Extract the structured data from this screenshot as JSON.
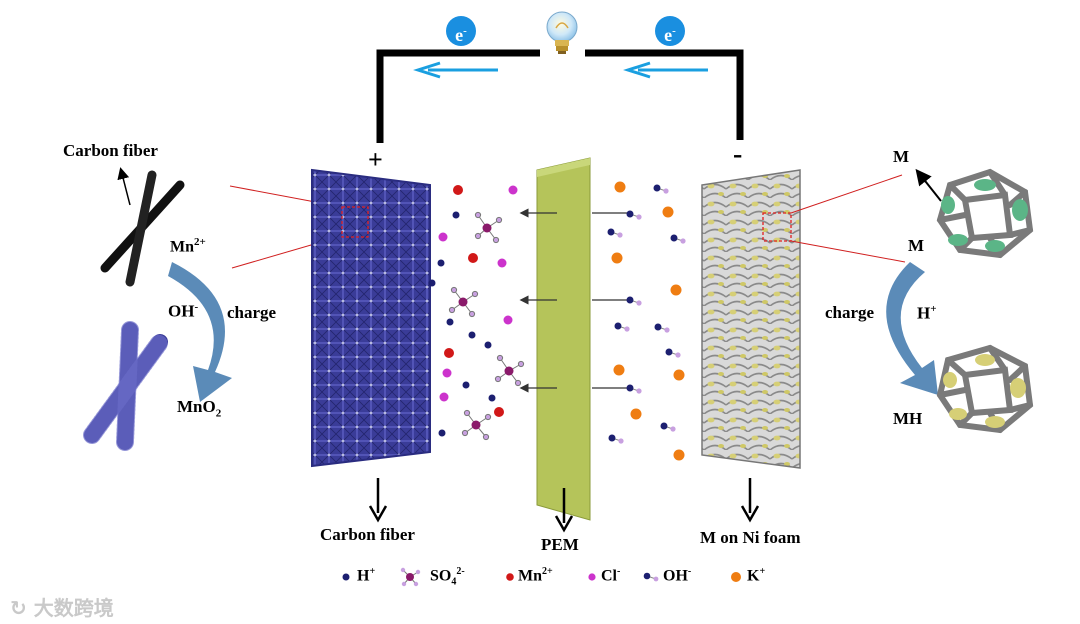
{
  "circuit": {
    "electron_label": "e",
    "electron_charge": "-",
    "positive_terminal": "+",
    "negative_terminal": "-"
  },
  "left": {
    "carbon_fiber_label": "Carbon fiber",
    "mn_ion": "Mn",
    "mn_charge": "2+",
    "oh": "OH",
    "oh_charge": "-",
    "charge": "charge",
    "mno2": "MnO",
    "mno2_sub": "2"
  },
  "right": {
    "m_top": "M",
    "m_mid": "M",
    "charge": "charge",
    "h": "H",
    "h_charge": "+",
    "mh": "MH"
  },
  "bottom": {
    "carbon_fiber": "Carbon fiber",
    "pem": "PEM",
    "m_on_ni": "M on Ni foam"
  },
  "legend": {
    "h": "H",
    "h_sup": "+",
    "so4": "SO",
    "so4_sub": "4",
    "so4_sup": "2-",
    "mn": "Mn",
    "mn_sup": "2+",
    "cl": "Cl",
    "cl_sup": "-",
    "oh": "OH",
    "oh_sup": "-",
    "k": "K",
    "k_sup": "+"
  },
  "watermark": "大数跨境",
  "colors": {
    "arrow_blue": "#1a9fe0",
    "electron_blue": "#1a8fe0",
    "fiber_blue": "#3a3c98",
    "pem_green": "#b5c45a",
    "foam_gray": "#9c9c9c",
    "foam_yellow": "#d6cf76",
    "mn_red": "#d11818",
    "cl_magenta": "#cc33cc",
    "k_orange": "#ef7d12",
    "h_navy": "#1c1f70",
    "so4_purple": "#8a1a6a",
    "ion_lilac": "#c8a0e0",
    "metal_green": "#5bb587"
  }
}
